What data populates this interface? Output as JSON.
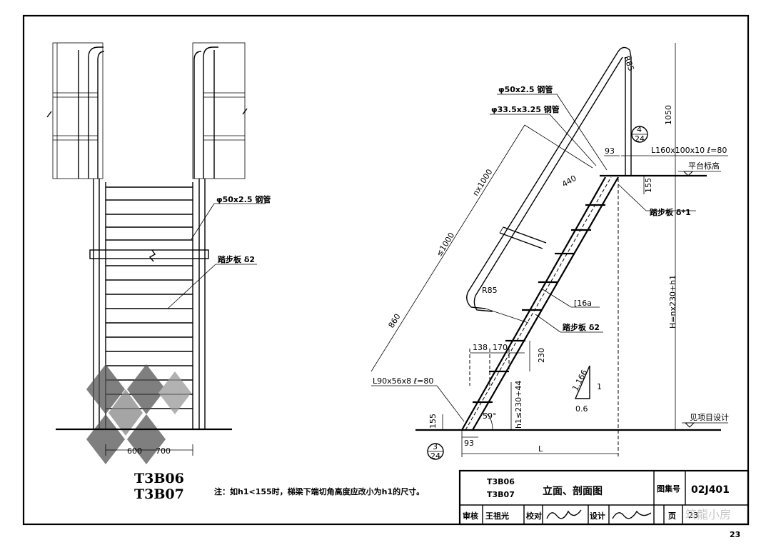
{
  "front_view": {
    "pipe_label": "φ50x2.5 钢管",
    "tread_label": "踏步板 δ2",
    "dim_600": "600",
    "dim_700": "700",
    "codes": [
      "T3B06",
      "T3B07"
    ]
  },
  "side_view": {
    "handrail_pipe": "φ50x2.5 钢管",
    "post_pipe": "φ33.5x3.25 钢管",
    "dim_nx1000": "nx1000",
    "dim_le1000": "≤1000",
    "dim_860": "860",
    "dim_440": "440",
    "dim_93_top": "93",
    "angle_top": "L160x100x10  ℓ=80",
    "platform_elev": "平台标高",
    "dim_155_top": "155",
    "tread_top": "踏步板 δ*1",
    "dim_1050": "1050",
    "callout_top": {
      "num": "4",
      "sheet": "24"
    },
    "r85_top": "R85",
    "r85_mid": "R85",
    "channel": "[16a",
    "tread_mid": "踏步板 δ2",
    "dim_138": "138",
    "dim_170": "170",
    "dim_230": "230",
    "slope_rise": "1.166",
    "slope_run": "0.6",
    "slope_one": "1",
    "height_formula": "H=nx230+h1",
    "angle_bottom": "L90x56x8  ℓ=80",
    "dim_155_bottom": "155",
    "h1_label": "h1≤230+44",
    "angle_deg": "59°",
    "dim_93_bottom": "93",
    "dim_L": "L",
    "project_note": "见项目设计",
    "callout_bottom": {
      "num": "3",
      "sheet": "24"
    }
  },
  "note": "注：如h1<155时，梯梁下端切角高度应改小为h1的尺寸。",
  "title_block": {
    "codes": [
      "T3B06",
      "T3B07"
    ],
    "title": "立面、剖面图",
    "atlas_label": "图集号",
    "atlas_no": "02J401",
    "review_label": "审核",
    "review_name": "王祖光",
    "check_label": "校对",
    "design_label": "设计",
    "page_label": "页",
    "page_no": "23"
  },
  "page_number": "23",
  "watermark": "筑龍小房"
}
